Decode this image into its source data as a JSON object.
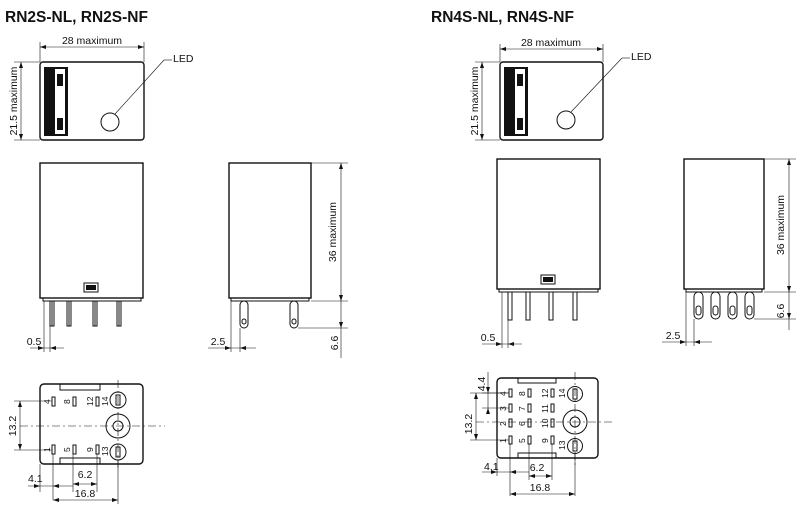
{
  "titles": {
    "left": "RN2S-NL, RN2S-NF",
    "right": "RN4S-NL, RN4S-NF"
  },
  "top_view": {
    "width_label": "28 maximum",
    "height_label": "21.5 maximum",
    "led_label": "LED"
  },
  "side_view": {
    "height_label": "36 maximum",
    "pin_length_label": "6.6"
  },
  "front_view": {
    "pin_offset_label": "0.5"
  },
  "side_pin": {
    "offset_label": "2.5"
  },
  "bottom_2s": {
    "pin_numbers": [
      "4",
      "8",
      "12",
      "14",
      "1",
      "5",
      "9",
      "13"
    ],
    "dim_vertical": "13.2",
    "dim_4_1": "4.1",
    "dim_6_2": "6.2",
    "dim_16_8": "16.8"
  },
  "bottom_4s": {
    "pin_numbers": [
      "4",
      "8",
      "12",
      "14",
      "3",
      "7",
      "11",
      "2",
      "6",
      "10",
      "1",
      "5",
      "9",
      "13"
    ],
    "dim_4_4": "4.4",
    "dim_vertical": "13.2",
    "dim_4_1": "4.1",
    "dim_6_2": "6.2",
    "dim_16_8": "16.8"
  }
}
